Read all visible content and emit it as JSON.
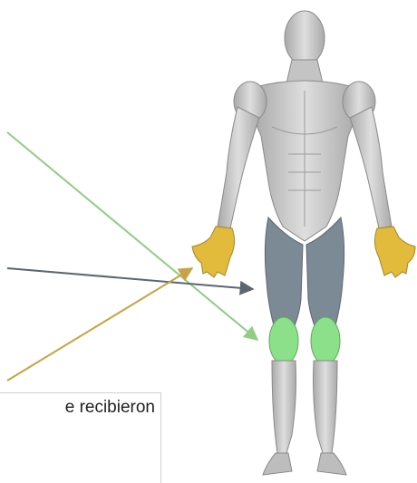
{
  "caption": {
    "text": "e recibieron"
  },
  "colors": {
    "arrow_green": "#8fce84",
    "arrow_gray": "#5c6670",
    "arrow_gold": "#c7a346",
    "highlight_hands": "#e2bb3d",
    "highlight_thighs": "#7c8a96",
    "highlight_knees": "#8de08a",
    "skin_muscle": "#c9c9c9"
  },
  "icons": [
    "anatomy-figure",
    "arrow-green",
    "arrow-gray",
    "arrow-gold"
  ]
}
